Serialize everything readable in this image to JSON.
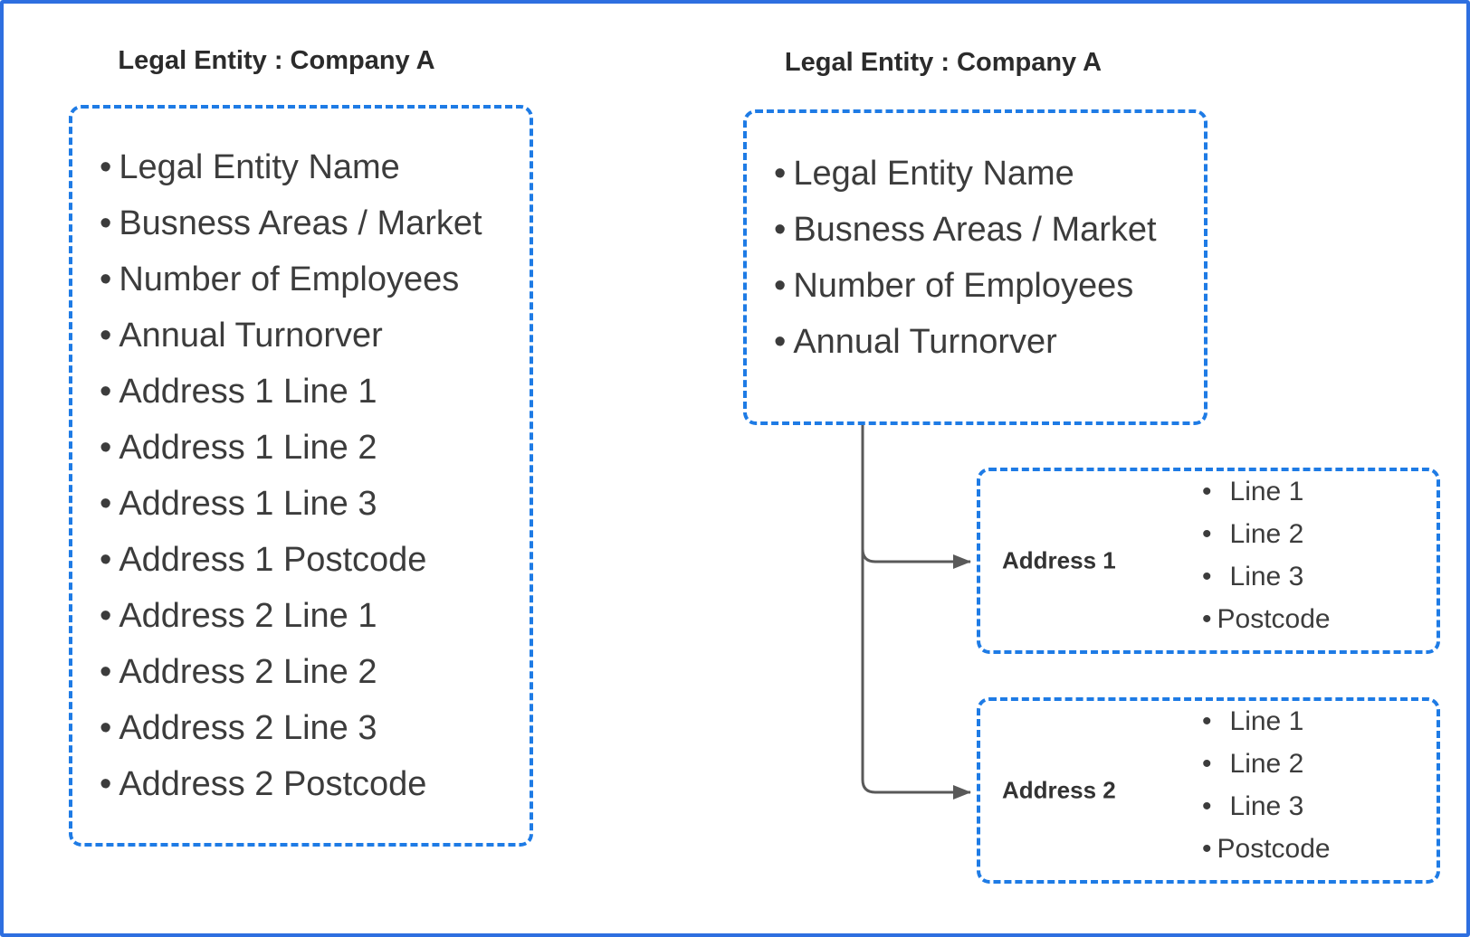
{
  "diagram": {
    "left": {
      "title": "Legal Entity : Company A",
      "entity_box": {
        "items": [
          "Legal Entity Name",
          "Busness Areas / Market",
          "Number of Employees",
          "Annual Turnorver",
          "Address 1 Line 1",
          "Address 1 Line 2",
          "Address 1 Line 3",
          "Address 1 Postcode",
          "Address 2 Line 1",
          "Address 2 Line 2",
          "Address 2 Line 3",
          "Address 2 Postcode"
        ]
      }
    },
    "right": {
      "title": "Legal Entity : Company A",
      "entity_box": {
        "items": [
          "Legal Entity Name",
          "Busness Areas / Market",
          "Number of Employees",
          "Annual Turnorver"
        ]
      },
      "address_boxes": [
        {
          "label": "Address 1",
          "items": [
            "Line 1",
            "Line 2",
            "Line 3",
            "Postcode"
          ]
        },
        {
          "label": "Address 2",
          "items": [
            "Line 1",
            "Line 2",
            "Line 3",
            "Postcode"
          ]
        }
      ]
    },
    "colors": {
      "box_border": "#1e7be5",
      "frame_border": "#2e6fe0",
      "connector": "#595959",
      "text": "#3c3c3c",
      "title_text": "#2b2b2b"
    }
  }
}
